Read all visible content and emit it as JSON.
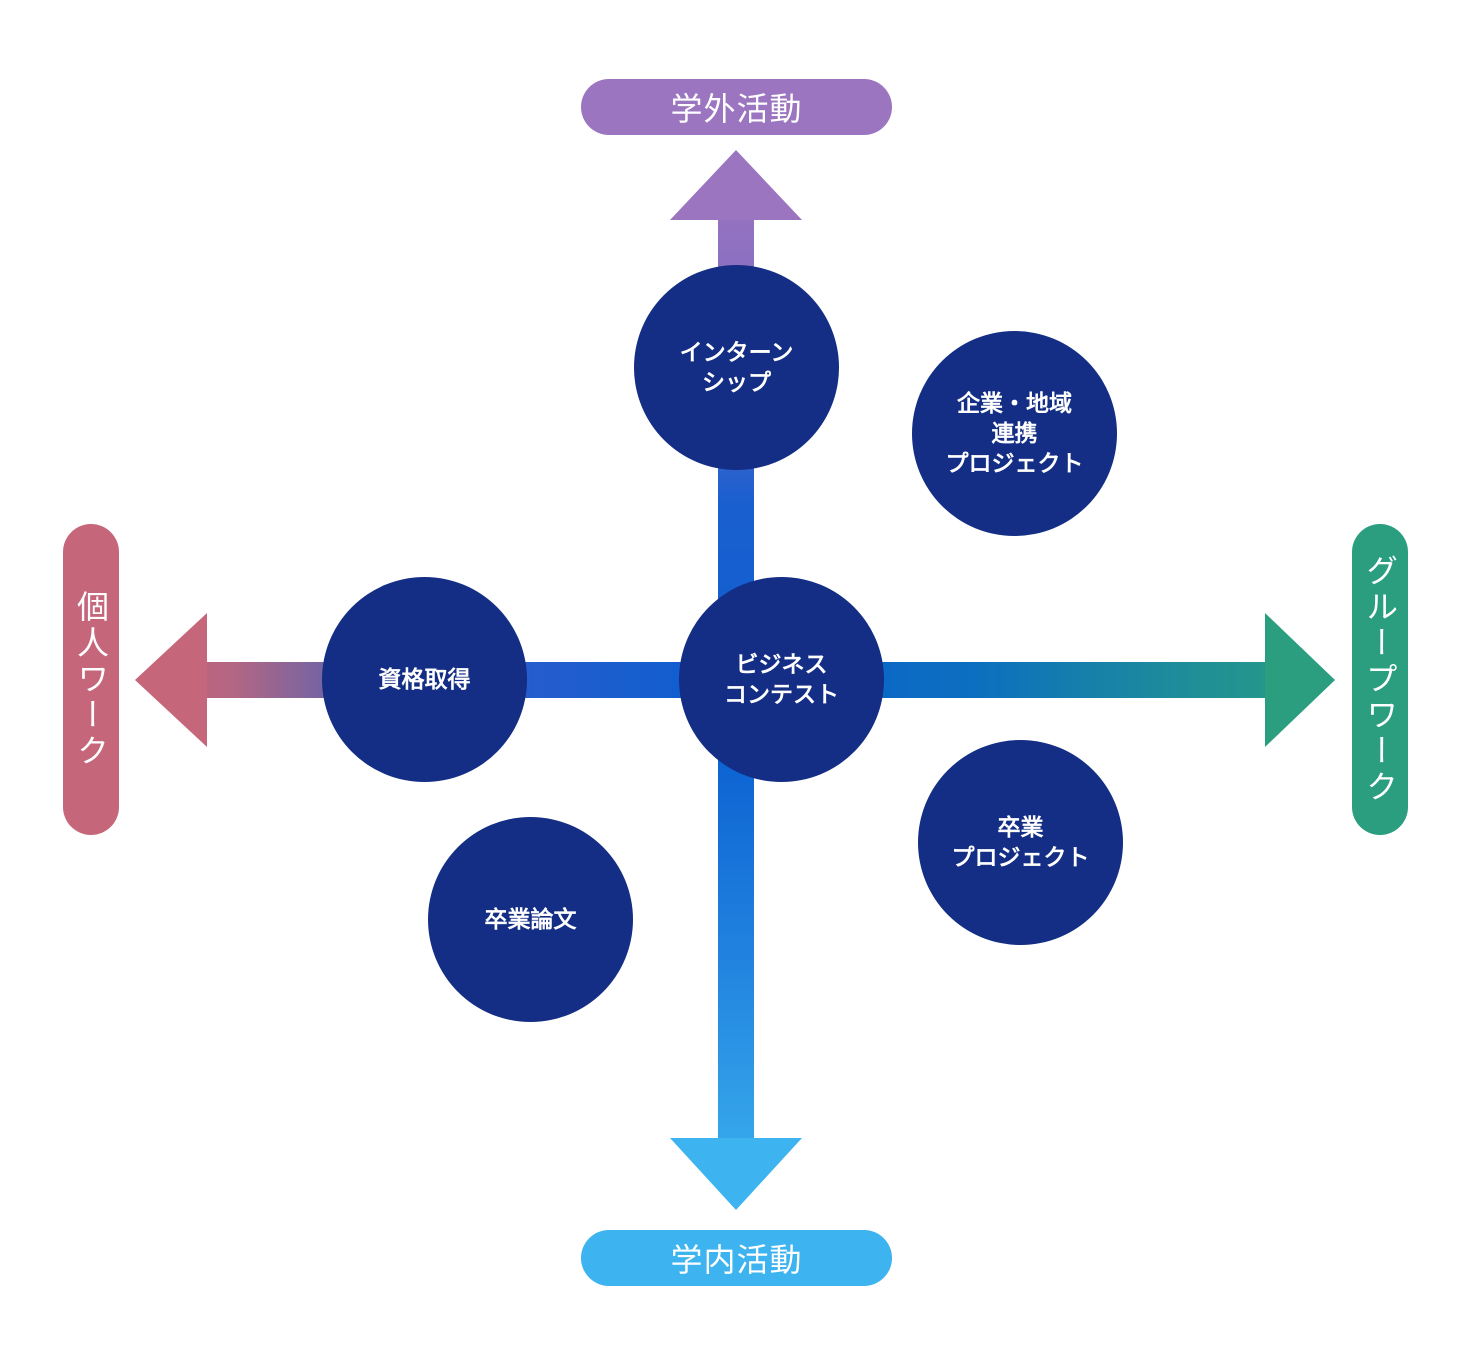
{
  "axes": {
    "top": {
      "label": "学外活動",
      "color": "#9b75bf"
    },
    "bottom": {
      "label": "学内活動",
      "color": "#3db3ef"
    },
    "left": {
      "label": "個人ワーク",
      "color": "#c6667a"
    },
    "right": {
      "label": "グループワーク",
      "color": "#2a9e7f"
    }
  },
  "nodes": {
    "internship": {
      "lines": [
        "インターン",
        "シップ"
      ]
    },
    "regional_project": {
      "lines": [
        "企業・地域",
        "連携",
        "プロジェクト"
      ]
    },
    "certificate": {
      "lines": [
        "資格取得"
      ]
    },
    "business_contest": {
      "lines": [
        "ビジネス",
        "コンテスト"
      ]
    },
    "graduation_project": {
      "lines": [
        "卒業",
        "プロジェクト"
      ]
    },
    "thesis": {
      "lines": [
        "卒業論文"
      ]
    }
  },
  "colors": {
    "node_fill": "#132e84",
    "axis_center": "#0a5fd1"
  }
}
